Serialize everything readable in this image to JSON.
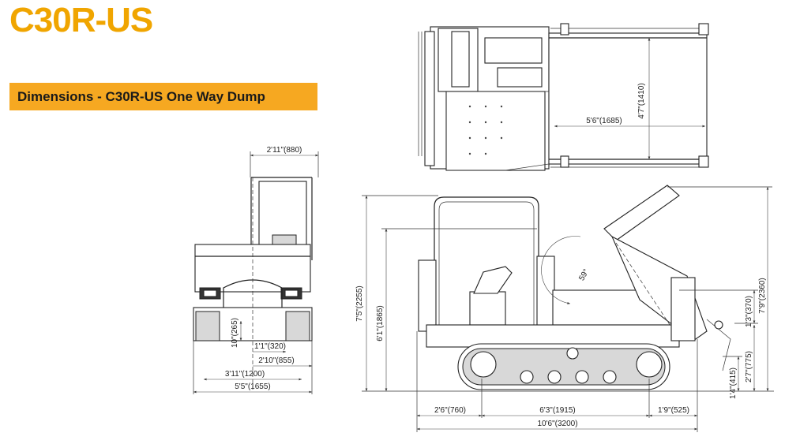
{
  "title": "C30R-US",
  "section_title": "Dimensions - C30R-US One Way Dump",
  "dimensions": {
    "front_top_width": "2'11\"(880)",
    "front_10": "10\"(265)",
    "front_1_1": "1'1\"(320)",
    "front_2_10": "2'10\"(855)",
    "front_3_11": "3'11\"(1200)",
    "front_5_5": "5'5\"(1655)",
    "top_4_7": "4'7\"(1410)",
    "top_5_6": "5'6\"(1685)",
    "side_7_5": "7'5\"(2255)",
    "side_6_1": "6'1\"(1865)",
    "side_angle": "59°",
    "side_1_3": "1'3\"(370)",
    "side_7_9": "7'9\"(2360)",
    "side_2_7": "2'7\"(775)",
    "side_1_4": "1'4\"(415)",
    "side_2_6": "2'6\"(760)",
    "side_6_3": "6'3\"(1915)",
    "side_1_9": "1'9\"(525)",
    "side_10_6": "10'6\"(3200)"
  }
}
